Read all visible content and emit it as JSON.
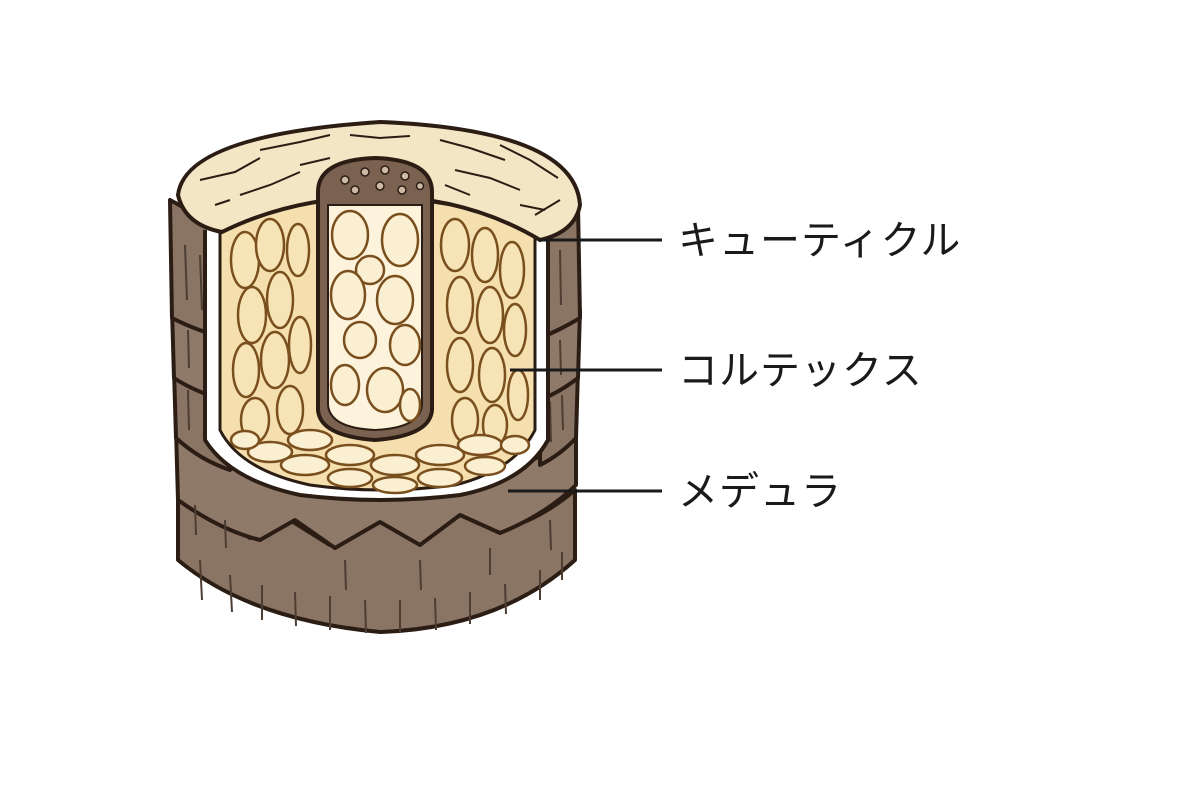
{
  "labels": {
    "cuticle": "キューティクル",
    "cortex": "コルテックス",
    "medulla": "メデュラ"
  },
  "colors": {
    "outline": "#2b1d14",
    "cuticle_scale": "#8a7565",
    "cuticle_scale_dark": "#6e5a4b",
    "cortex_fill": "#f5dfae",
    "cortex_cell": "#fbefd2",
    "cell_line": "#7a4f1e",
    "top_face": "#f3e6c4",
    "medulla_fill": "#fdf3dc",
    "medulla_cap": "#7b6250",
    "leader_line": "#1a1a1a"
  }
}
